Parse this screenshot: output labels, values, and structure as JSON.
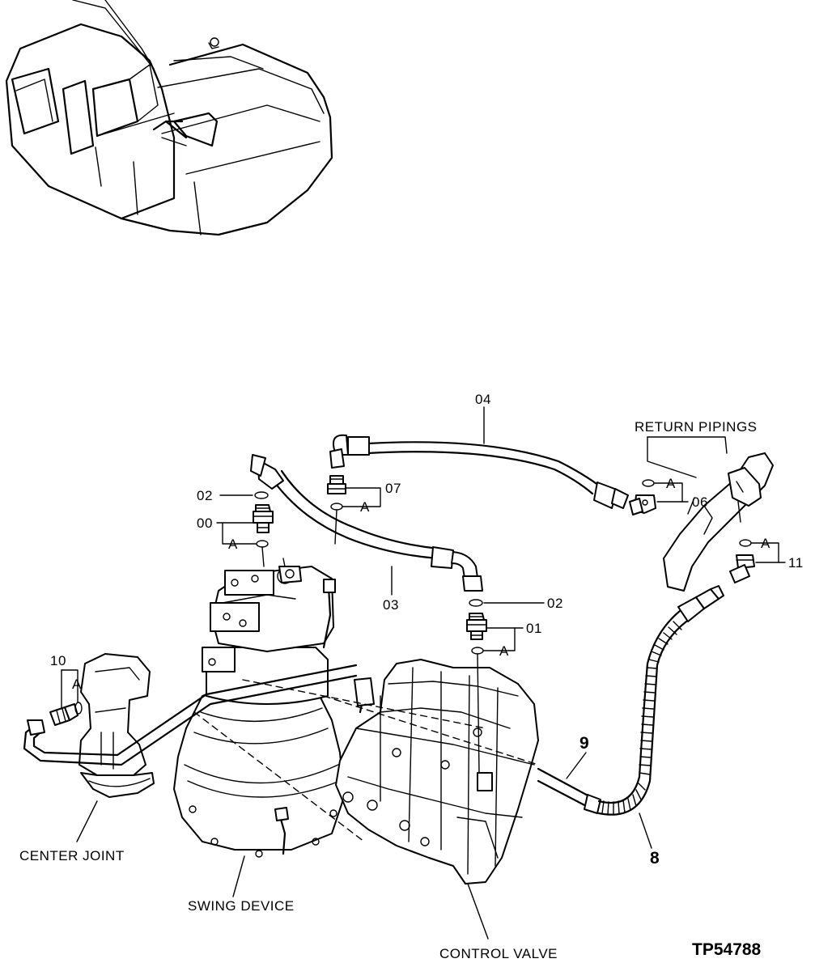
{
  "figure_code": "TP54788",
  "components": {
    "center_joint": "CENTER JOINT",
    "swing_device": "SWING DEVICE",
    "control_valve": "CONTROL VALVE",
    "return_pipings": "RETURN PIPINGS"
  },
  "callouts": {
    "p00": "00",
    "p01": "01",
    "p02a": "02",
    "p02b": "02",
    "p03": "03",
    "p04": "04",
    "p06": "06",
    "p07": "07",
    "p08": "8",
    "p09": "9",
    "p10": "10",
    "p11": "11"
  },
  "refs": {
    "a1": "A",
    "a2": "A",
    "a3": "A",
    "a4": "A",
    "a5": "A",
    "a6": "A"
  }
}
